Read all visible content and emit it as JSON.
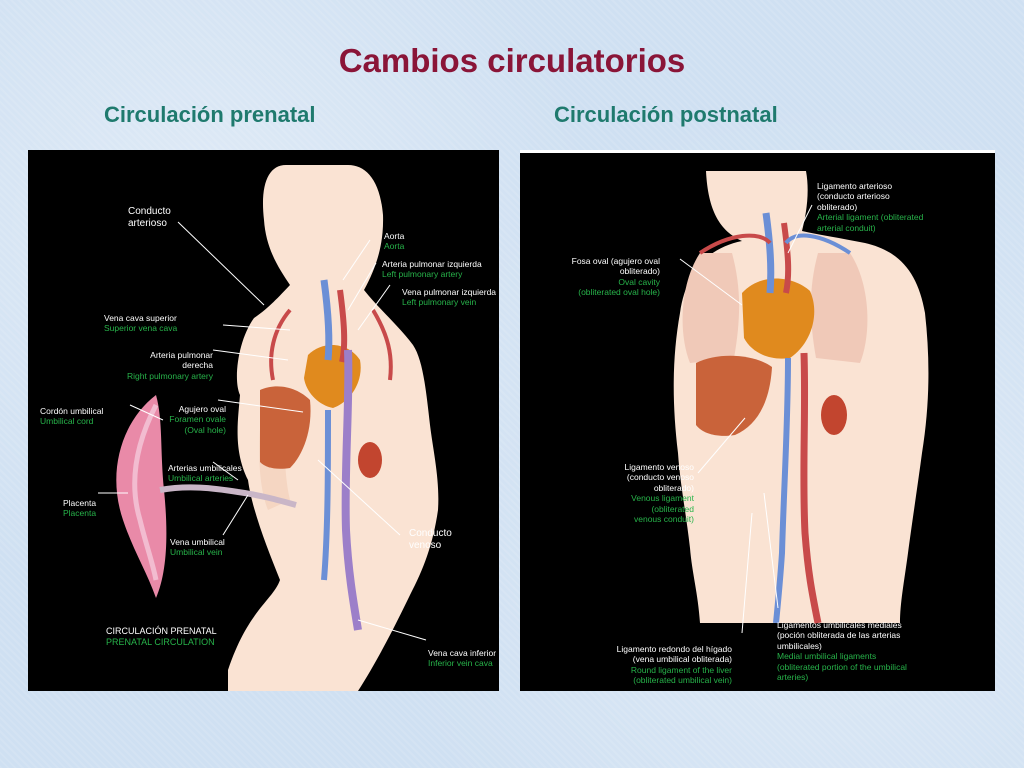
{
  "title": "Cambios circulatorios",
  "subtitles": {
    "left": "Circulación  prenatal",
    "right": "Circulación  postnatal"
  },
  "prenatal": {
    "labels": {
      "conducto_arterioso": "Conducto\narterioso",
      "conducto_venoso": "Conducto\nvenoso",
      "aorta": {
        "es": "Aorta",
        "en": "Aorta"
      },
      "arteria_pulmonar_izquierda": {
        "es": "Arteria pulmonar izquierda",
        "en": "Left pulmonary artery"
      },
      "vena_pulmonar_izquierda": {
        "es": "Vena pulmonar izquierda",
        "en": "Left pulmonary vein"
      },
      "vena_cava_superior": {
        "es": "Vena cava superior",
        "en": "Superior vena cava"
      },
      "arteria_pulmonar_derecha": {
        "es": "Arteria pulmonar derecha",
        "en": "Right pulmonary artery"
      },
      "cordon_umbilical": {
        "es": "Cordón umbilical",
        "en": "Umbilical cord"
      },
      "agujero_oval": {
        "es": "Agujero oval",
        "en": "Foramen ovale\n(Oval hole)"
      },
      "arterias_umbilicales": {
        "es": "Arterias umbilicales",
        "en": "Umbilical arteries"
      },
      "placenta": {
        "es": "Placenta",
        "en": "Placenta"
      },
      "vena_umbilical": {
        "es": "Vena umbilical",
        "en": "Umbilical vein"
      },
      "vena_cava_inferior": {
        "es": "Vena cava inferior",
        "en": "Inferior vein cava"
      }
    },
    "caption": {
      "es": "CIRCULACIÓN PRENATAL",
      "en": "PRENATAL CIRCULATION"
    }
  },
  "postnatal": {
    "labels": {
      "ligamento_arterioso": {
        "es": "Ligamento arterioso\n(conducto arterioso\nobliterado)",
        "en": "Arterial ligament (obliterated\narterial conduit)"
      },
      "fosa_oval": {
        "es": "Fosa oval (agujero oval\nobliterado)",
        "en": "Oval cavity\n(obliterated oval hole)"
      },
      "ligamento_venoso": {
        "es": "Ligamento venoso\n(conducto venoso\nobliterado)",
        "en": "Venous ligament\n(obliterated\nvenous conduit)"
      },
      "ligamentos_umbilicales": {
        "es": "Ligamentos umbilicales mediales\n(poción obliterada de las arterias\numbilicales)",
        "en": "Medial umbilical ligaments\n(obliterated portion of the umbilical\narteries)"
      },
      "ligamento_redondo": {
        "es": "Ligamento redondo del hígado\n(vena umbilical obliterada)",
        "en": "Round ligament of the liver\n(obliterated umbilical vein)"
      }
    }
  },
  "colors": {
    "title": "#8a1538",
    "subtitle": "#1f7a6e",
    "english_label": "#27b34a",
    "skin": "#fae3d3"
  }
}
